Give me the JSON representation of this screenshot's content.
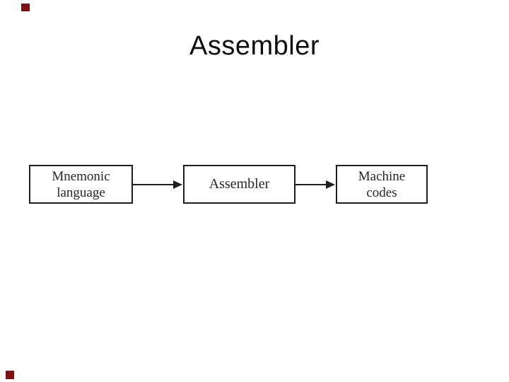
{
  "slide": {
    "title": "Assembler"
  },
  "diagram": {
    "boxes": [
      {
        "name": "mnemonic-language",
        "lines": [
          "Mnemonic",
          "language"
        ]
      },
      {
        "name": "assembler",
        "lines": [
          "Assembler"
        ]
      },
      {
        "name": "machine-codes",
        "lines": [
          "Machine",
          "codes"
        ]
      }
    ],
    "arrows": [
      {
        "from": "mnemonic-language",
        "to": "assembler"
      },
      {
        "from": "assembler",
        "to": "machine-codes"
      }
    ]
  },
  "colors": {
    "box_border": "#1f1f1f",
    "box_text": "#262626",
    "title_text": "#0d0d0d",
    "corner_mark": "#7d1113"
  }
}
